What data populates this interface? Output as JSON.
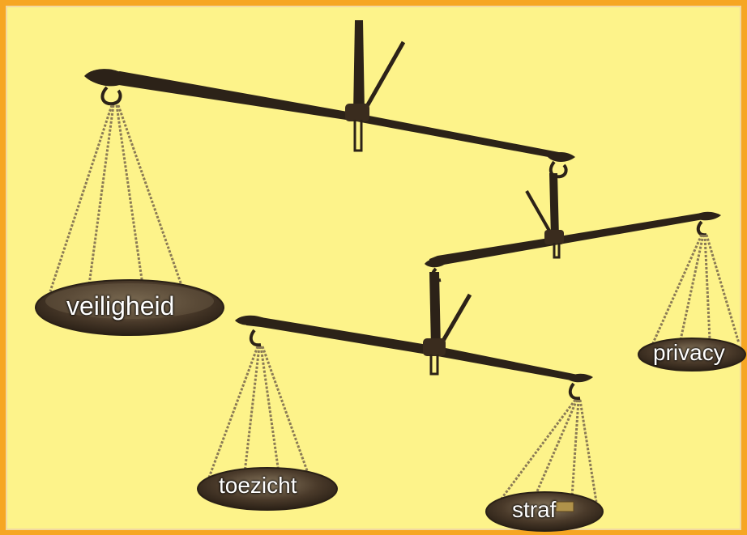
{
  "colors": {
    "border": "#f6a623",
    "background": "#fdf38a",
    "iron": "#2c2218",
    "pan": "#4a3a2a",
    "chain": "#8a7a55",
    "label": "#ffffff"
  },
  "labels": {
    "veiligheid": "veiligheid",
    "privacy": "privacy",
    "toezicht": "toezicht",
    "straf": "straf"
  }
}
